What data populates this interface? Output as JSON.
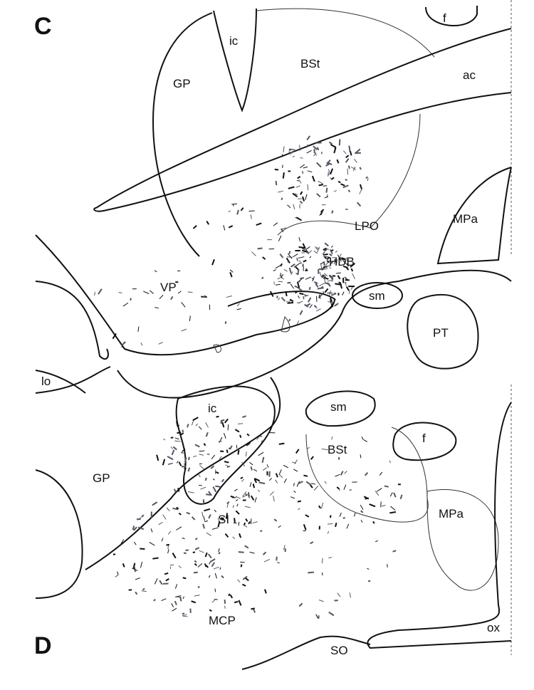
{
  "panels": {
    "top": "C",
    "bottom": "D"
  },
  "labels_c": {
    "f": "f",
    "ic": "ic",
    "bst": "BSt",
    "gp": "GP",
    "ac": "ac",
    "lpo": "LPO",
    "mpa": "MPa",
    "hdb": "HDB",
    "vp": "VP",
    "sm": "sm",
    "pt": "PT",
    "lo": "lo"
  },
  "labels_d": {
    "ic": "ic",
    "sm": "sm",
    "f": "f",
    "bst": "BSt",
    "gp": "GP",
    "si": "SI",
    "mpa": "MPa",
    "mcp": "MCP",
    "ox": "ox",
    "so": "SO"
  }
}
